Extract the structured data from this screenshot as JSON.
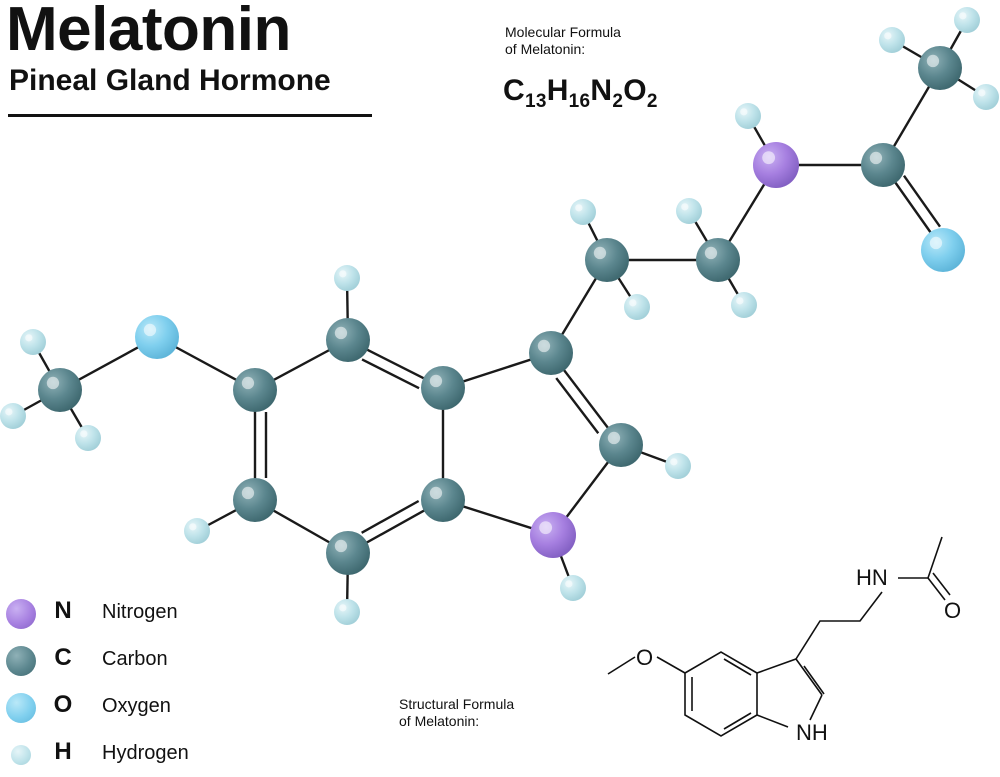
{
  "header": {
    "title": "Melatonin",
    "subtitle": "Pineal Gland Hormone"
  },
  "molecular_formula": {
    "caption_line1": "Molecular Formula",
    "caption_line2": "of Melatonin:",
    "parts": [
      {
        "element": "C",
        "count": "13"
      },
      {
        "element": "H",
        "count": "16"
      },
      {
        "element": "N",
        "count": "2"
      },
      {
        "element": "O",
        "count": "2"
      }
    ]
  },
  "structural_formula": {
    "caption_line1": "Structural  Formula",
    "caption_line2": "of Melatonin:",
    "labels": {
      "o_left": "O",
      "hn": "HN",
      "o_right": "O",
      "nh": "NH"
    }
  },
  "legend": [
    {
      "symbol": "N",
      "name": "Nitrogen",
      "color": "#a67fe0"
    },
    {
      "symbol": "C",
      "name": "Carbon",
      "color": "#5b868e"
    },
    {
      "symbol": "O",
      "name": "Oxygen",
      "color": "#7fcfee"
    },
    {
      "symbol": "H",
      "name": "Hydrogen",
      "color": "#bfe3ea"
    }
  ],
  "colors": {
    "nitrogen": "#a67fe0",
    "carbon": "#5b868e",
    "oxygen": "#7fcfee",
    "hydrogen": "#bfe3ea",
    "bond": "#1a1a1a"
  }
}
